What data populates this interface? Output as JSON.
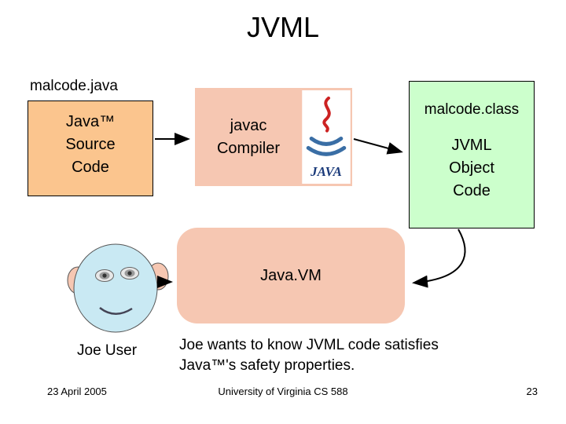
{
  "title": "JVML",
  "source": {
    "label": "malcode.java",
    "text": "Java™\nSource\nCode"
  },
  "compiler": {
    "text": "javac\nCompiler",
    "logo_text": "JAVA"
  },
  "object": {
    "label": "malcode.class",
    "text": "JVML\nObject\nCode"
  },
  "jvm": {
    "text": "Java.VM"
  },
  "user": {
    "label": "Joe User"
  },
  "caption": "Joe wants to know JVML code satisfies\nJava™'s safety properties.",
  "footer": {
    "date": "23 April 2005",
    "center": "University of Virginia CS 588",
    "page": "23"
  },
  "colors": {
    "source_fill": "#FBC58E",
    "compiler_fill": "#F6C7B2",
    "object_fill": "#CCFFCC",
    "jvm_fill": "#F6C7B2",
    "face_fill": "#C9E9F3"
  }
}
